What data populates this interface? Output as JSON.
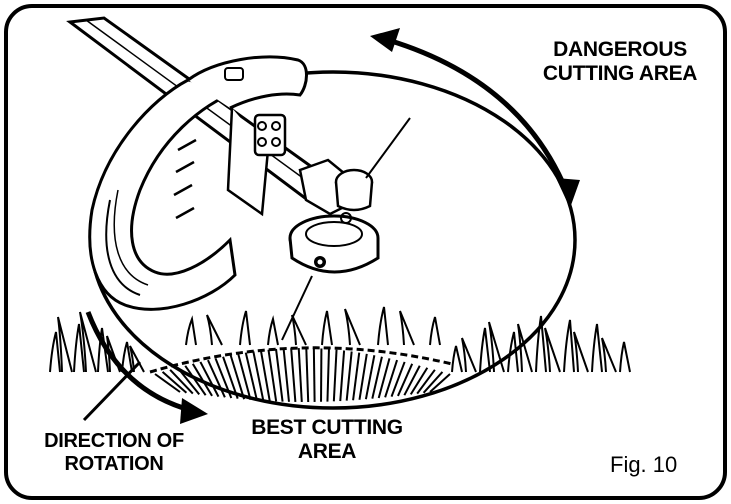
{
  "labels": {
    "dangerous_line1": "DANGEROUS",
    "dangerous_line2": "CUTTING AREA",
    "best_line1": "BEST CUTTING",
    "best_line2": "AREA",
    "direction_line1": "DIRECTION OF",
    "direction_line2": "ROTATION",
    "figure": "Fig. 10"
  },
  "colors": {
    "ink": "#000000",
    "background": "#ffffff",
    "shield_fill": "#ffffff"
  },
  "icons": {
    "cutting_circle": "cutting-path-ellipse",
    "rotation_arrow": "curved-arrow",
    "trimmer": "string-trimmer-head",
    "grass": "grass-blades"
  }
}
